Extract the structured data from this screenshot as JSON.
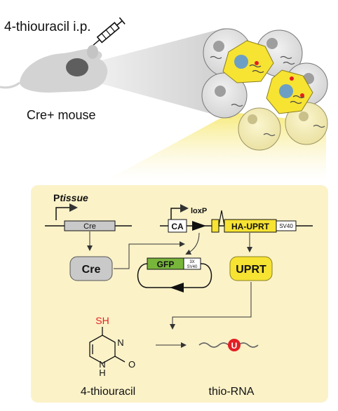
{
  "top": {
    "injection_label": "4-thiouracil i.p.",
    "mouse_label": "Cre+ mouse",
    "icons": [
      "syringe-icon",
      "mouse-icon",
      "cell-cluster-icon"
    ]
  },
  "panel": {
    "background_color": "#fbf2c8",
    "promoter_label_prefix": "P",
    "promoter_label_italic": "tissue",
    "cre_gene_label": "Cre",
    "loxp_label": "loxP",
    "ca_label": "CA",
    "ha_uprt_label": "HA-UPRT",
    "sv40_label": "SV40",
    "gfp_label": "GFP",
    "gfp_tag_line1": "3X",
    "gfp_tag_line2": "SV40",
    "cre_protein_label": "Cre",
    "uprt_protein_label": "UPRT",
    "sh_label": "SH",
    "n_label": "N",
    "o_label": "O",
    "h_label": "H",
    "u_label": "U",
    "thiouracil_caption": "4-thiouracil",
    "thio_rna_caption": "thio-RNA"
  },
  "colors": {
    "gray_gene": "#c9c9c9",
    "yellow": "#f7e332",
    "green": "#77b53b",
    "red": "#e31e24",
    "cell_gray": "#d9d9d9",
    "nucleus_blue": "#6d9fc4"
  }
}
